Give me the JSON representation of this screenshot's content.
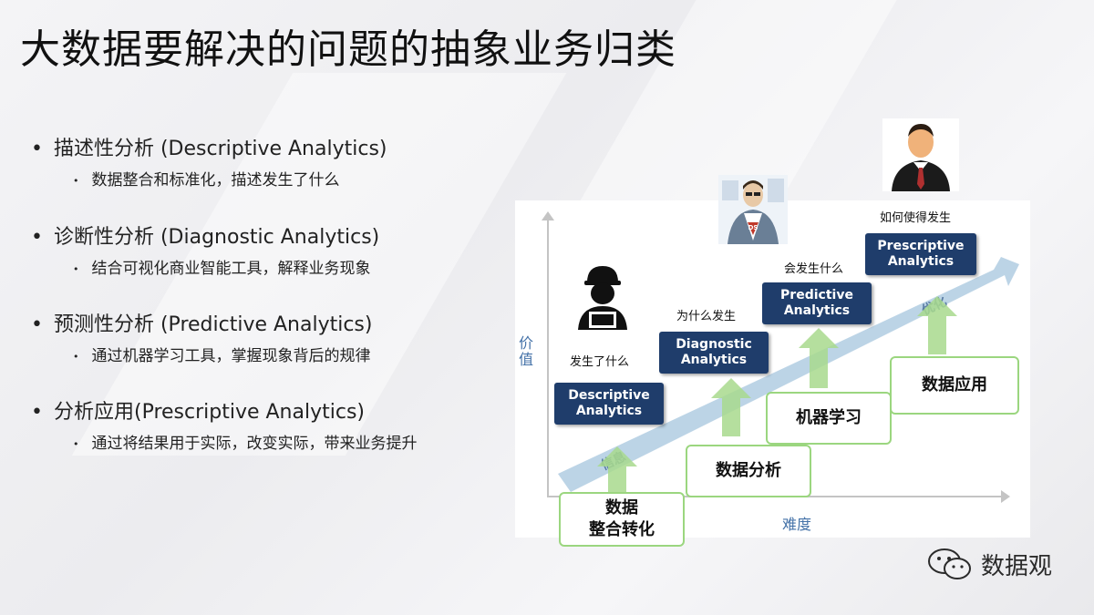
{
  "title": "大数据要解决的问题的抽象业务归类",
  "bullets": [
    {
      "heading": "描述性分析 (Descriptive Analytics)",
      "detail": "数据整合和标准化，描述发生了什么"
    },
    {
      "heading": "诊断性分析 (Diagnostic Analytics)",
      "detail": "结合可视化商业智能工具，解释业务现象"
    },
    {
      "heading": "预测性分析 (Predictive Analytics)",
      "detail": "通过机器学习工具，掌握现象背后的规律"
    },
    {
      "heading": "分析应用(Prescriptive Analytics)",
      "detail": "通过将结果用于实际，改变实际，带来业务提升"
    }
  ],
  "diagram": {
    "y_axis_label": "价值",
    "x_axis_label": "难度",
    "arrow_label_low": "信息",
    "arrow_label_high": "优化",
    "stages": [
      {
        "box_line1": "Descriptive",
        "box_line2": "Analytics",
        "caption": "发生了什么"
      },
      {
        "box_line1": "Diagnostic",
        "box_line2": "Analytics",
        "caption": "为什么发生"
      },
      {
        "box_line1": "Predictive",
        "box_line2": "Analytics",
        "caption": "会发生什么"
      },
      {
        "box_line1": "Prescriptive",
        "box_line2": "Analytics",
        "caption": "如何使得发生"
      }
    ],
    "steps": [
      {
        "line1": "数据",
        "line2": "整合转化"
      },
      {
        "line1": "数据分析"
      },
      {
        "line1": "机器学习"
      },
      {
        "line1": "数据应用"
      }
    ],
    "ds_badge": "DS"
  },
  "watermark": {
    "text": "数据观",
    "icon": "wechat-icon"
  },
  "colors": {
    "navy": "#1f3d6b",
    "green_border": "#9bd67f",
    "arrow_blue": "#b5cfe3",
    "axis_label": "#4472a8"
  }
}
